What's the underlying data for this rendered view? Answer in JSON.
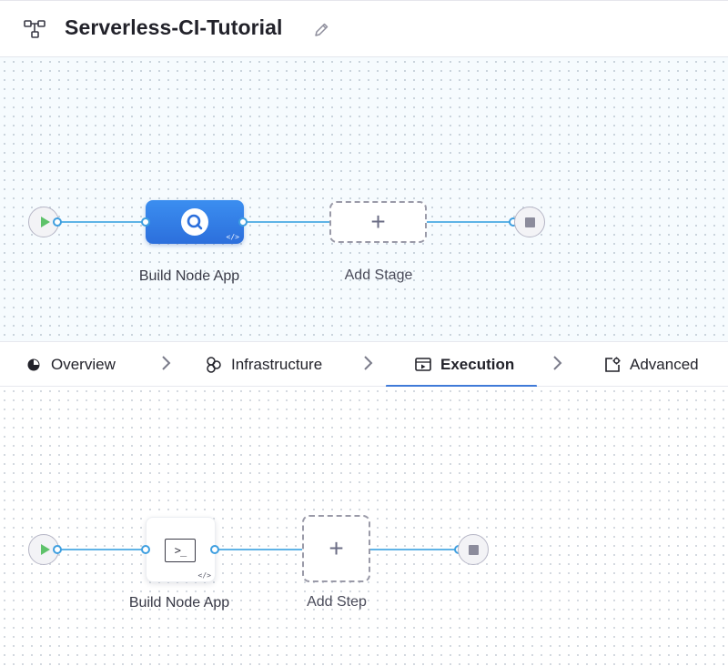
{
  "header": {
    "pipeline_name": "Serverless-CI-Tutorial",
    "pipeline_icon": "pipeline-icon",
    "edit_icon": "pencil-icon"
  },
  "pipeline_studio": {
    "stages": [
      {
        "name": "Build Node App",
        "type": "CI",
        "badge": "</>"
      }
    ],
    "add_stage_label": "Add Stage"
  },
  "stage_tabs": [
    {
      "label": "Overview",
      "icon": "overview-icon",
      "active": false
    },
    {
      "label": "Infrastructure",
      "icon": "infrastructure-icon",
      "active": false
    },
    {
      "label": "Execution",
      "icon": "execution-icon",
      "active": true
    },
    {
      "label": "Advanced",
      "icon": "advanced-icon",
      "active": false
    }
  ],
  "execution": {
    "steps": [
      {
        "name": "Build Node App",
        "type": "Run",
        "icon_text": ">_",
        "badge": "</>"
      }
    ],
    "add_step_label": "Add Step"
  },
  "colors": {
    "accent": "#3f7ad8",
    "stage_node": "#3b8ef0",
    "connector": "#5fb3e6",
    "start_green": "#5ec26a",
    "stop_grey": "#8c8c9c",
    "canvas_bg": "#f6fbfe"
  }
}
